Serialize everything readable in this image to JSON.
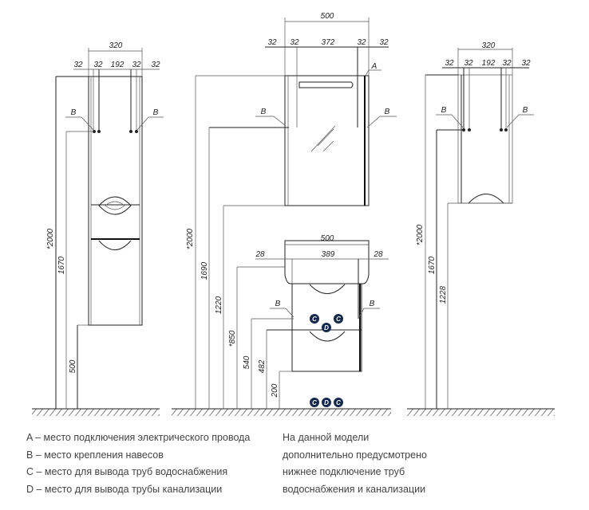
{
  "left_view": {
    "width": "320",
    "spacing": [
      "32",
      "32",
      "192",
      "32",
      "32"
    ],
    "heights": [
      "*2000",
      "1670",
      "500"
    ],
    "hanger_label": "B"
  },
  "middle_view": {
    "mirror_width": "500",
    "mirror_spacing": [
      "32",
      "32",
      "372",
      "32",
      "32"
    ],
    "mirror_heights": [
      "*2000",
      "1690",
      "1220"
    ],
    "electric_label": "A",
    "hanger_label": "B",
    "vanity_width": "500",
    "vanity_spacing": [
      "28",
      "389",
      "28"
    ],
    "vanity_heights": [
      "*850",
      "540",
      "482",
      "200"
    ],
    "water_label": "C",
    "drain_label": "D"
  },
  "right_view": {
    "width": "320",
    "spacing": [
      "32",
      "32",
      "192",
      "32",
      "32"
    ],
    "heights": [
      "*2000",
      "1670",
      "1228"
    ],
    "hanger_label": "B"
  },
  "legend": {
    "items": [
      "A – место подключения электрического провода",
      "B – место крепления навесов",
      "C – место для вывода труб водоснабжения",
      "D – место для вывода трубы канализации"
    ],
    "note": [
      "На данной модели",
      "дополнительно предусмотрено",
      "нижнее подключение труб",
      "водоснабжения и канализации"
    ]
  },
  "colors": {
    "marker": "#14284b",
    "line": "#222222"
  }
}
